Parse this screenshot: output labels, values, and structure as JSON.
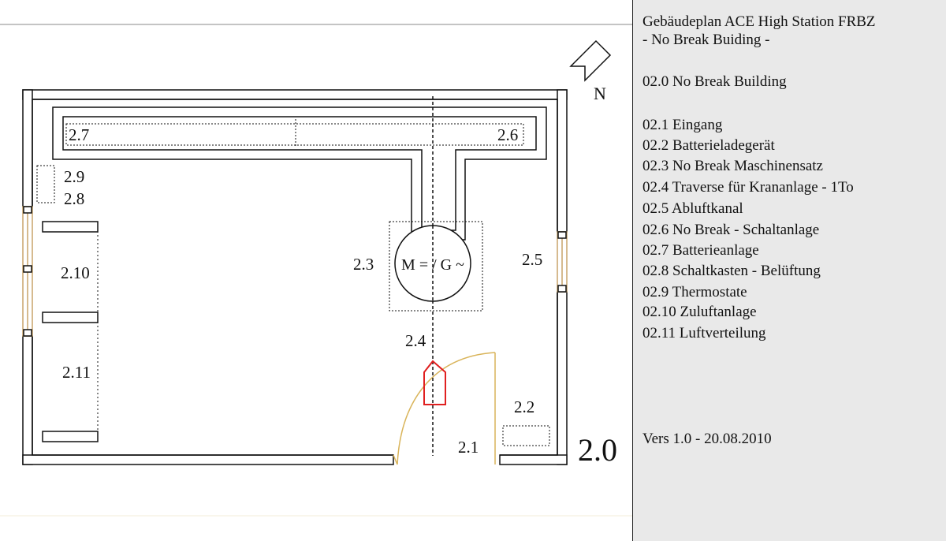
{
  "plan": {
    "north_label": "N",
    "plan_number": "2.0",
    "labels": {
      "l_2_1": "2.1",
      "l_2_2": "2.2",
      "l_2_3": "2.3",
      "l_2_4": "2.4",
      "l_2_5": "2.5",
      "l_2_6": "2.6",
      "l_2_7": "2.7",
      "l_2_8": "2.8",
      "l_2_9": "2.9",
      "l_2_10": "2.10",
      "l_2_11": "2.11"
    },
    "machine_label": "M = / G ~",
    "colors": {
      "door_arc": "#d9b45a",
      "window": "#c8a46a",
      "crane_marker": "#e02020"
    }
  },
  "legend": {
    "title_line1": "Gebäudeplan ACE High Station FRBZ",
    "title_line2": "- No Break Buiding -",
    "section": "02.0 No Break Building",
    "items": [
      "02.1 Eingang",
      "02.2  Batterieladegerät",
      "02.3  No Break Maschinensatz",
      "02.4  Traverse für Krananlage - 1To",
      "02.5  Abluftkanal",
      "02.6  No Break - Schaltanlage",
      "02.7  Batterieanlage",
      "02.8  Schaltkasten - Belüftung",
      "02.9  Thermostate",
      "02.10 Zuluftanlage",
      "02.11 Luftverteilung"
    ],
    "version": "Vers 1.0 - 20.08.2010"
  }
}
